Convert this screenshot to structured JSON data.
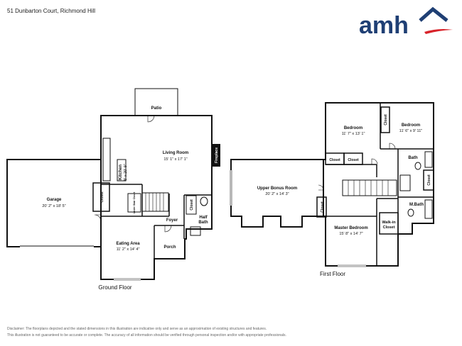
{
  "header": {
    "address": "51 Dunbarton Court, Richmond Hill",
    "logo_text": "amh",
    "brand_colors": {
      "blue": "#1f3f74",
      "red": "#d8232a"
    }
  },
  "floors": {
    "ground_label": "Ground Floor",
    "first_label": "First Floor"
  },
  "rooms": {
    "patio": "Patio",
    "living_name": "Living Room",
    "living_dim": "15' 1\" x 17' 1\"",
    "fireplace": "Fireplace",
    "kitchen_name": "Kitchen",
    "kitchen_dim": "8' x 20' 9\"",
    "garage_name": "Garage",
    "garage_dim": "20' 2\" x 18' 5\"",
    "closet": "Closet",
    "under_stair_closet": "Under Stair Closet",
    "foyer": "Foyer",
    "half_bath": "Half Bath",
    "eating_name": "Eating Area",
    "eating_dim": "11' 2\" x 14' 4\"",
    "porch": "Porch",
    "bonus_name": "Upper Bonus Room",
    "bonus_dim": "20' 2\" x 14' 3\"",
    "bed1_name": "Bedroom",
    "bed1_dim": "11' 7\" x 13' 1\"",
    "bed2_name": "Bedroom",
    "bed2_dim": "11' 6\" x 9' 11\"",
    "bath": "Bath",
    "mbath": "M.Bath",
    "walkin": "Walk-in Closet",
    "master_name": "Master Bedroom",
    "master_dim": "15' 8\" x 14' 7\""
  },
  "disclaimer": {
    "line1": "Disclaimer: The floorplans depicted and the stated dimensions in this illustration are indicative only and serve as an approximation of existing structures and features.",
    "line2": "This illustration is not guaranteed to be accurate or complete. The accuracy of all information should be verified through personal inspection and/or with appropriate professionals."
  }
}
